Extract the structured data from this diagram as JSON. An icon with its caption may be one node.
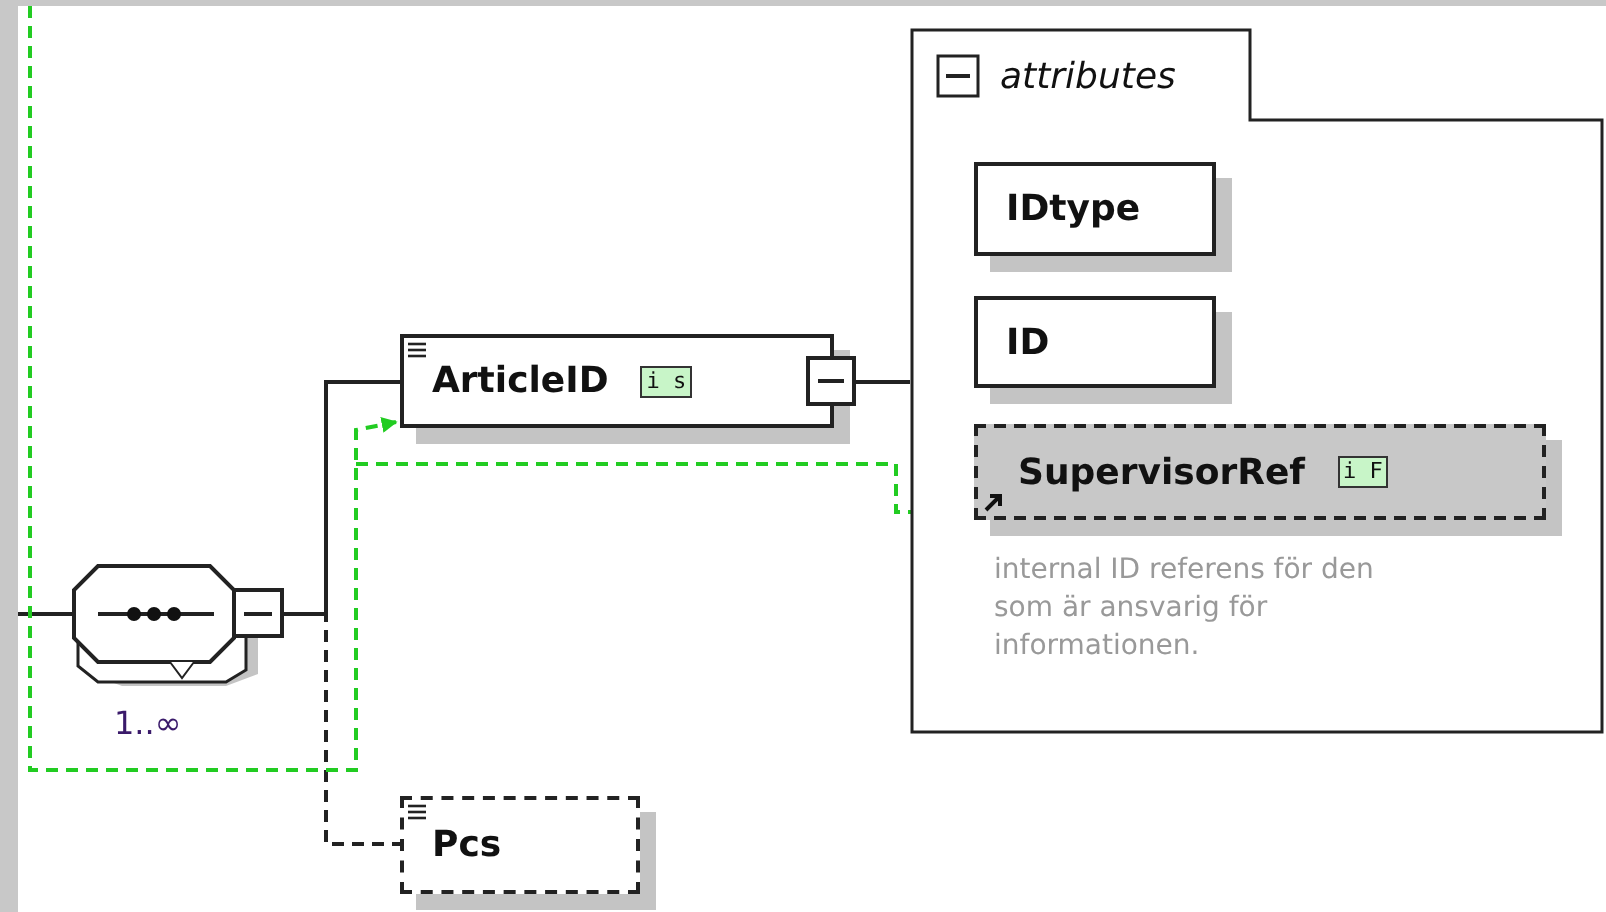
{
  "diagram": {
    "nodes": [
      {
        "text": [],
        "shape": "octagon",
        "beside": [
          "1..∞"
        ]
      },
      {
        "text": [
          "ArticleID",
          "i s"
        ]
      },
      {
        "text": [
          "attributes"
        ]
      },
      {
        "text": [
          "IDtype"
        ],
        "in": 2
      },
      {
        "text": [
          "ID"
        ],
        "in": 2
      },
      {
        "text": [
          "SupervisorRef",
          "i F"
        ],
        "in": 2,
        "beside": [
          "internal ID referens för den som är ansvarig för informationen."
        ]
      },
      {
        "text": [
          "Pcs"
        ]
      }
    ],
    "edges": [
      {
        "from": null,
        "to": 0,
        "arrow": "none"
      },
      {
        "from": 0,
        "to": 1,
        "arrow": "none"
      },
      {
        "from": 0,
        "to": 6,
        "arrow": "none",
        "style": "dashed"
      },
      {
        "from": 1,
        "to": 2,
        "arrow": "none"
      },
      {
        "from": null,
        "to": 1,
        "arrow": "to",
        "style": "dashed",
        "color": "#22cc22"
      },
      {
        "from": null,
        "to": 5,
        "arrow": "to",
        "style": "dashed",
        "color": "#22cc22"
      }
    ]
  }
}
